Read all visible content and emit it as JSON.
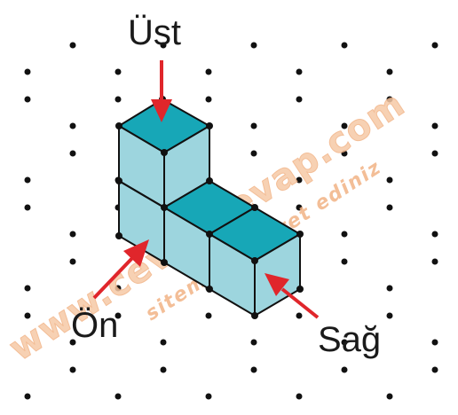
{
  "labels": {
    "top": "Üst",
    "front": "Ön",
    "right": "Sağ"
  },
  "watermark": {
    "line1": "www.cevabcevap.com",
    "line2": "sitemizi ziyaret ediniz"
  },
  "colors": {
    "top_face": "#17a7b7",
    "side_face": "#9dd5de",
    "edge": "#111111",
    "arrow": "#e0262b",
    "dot": "#111111"
  }
}
